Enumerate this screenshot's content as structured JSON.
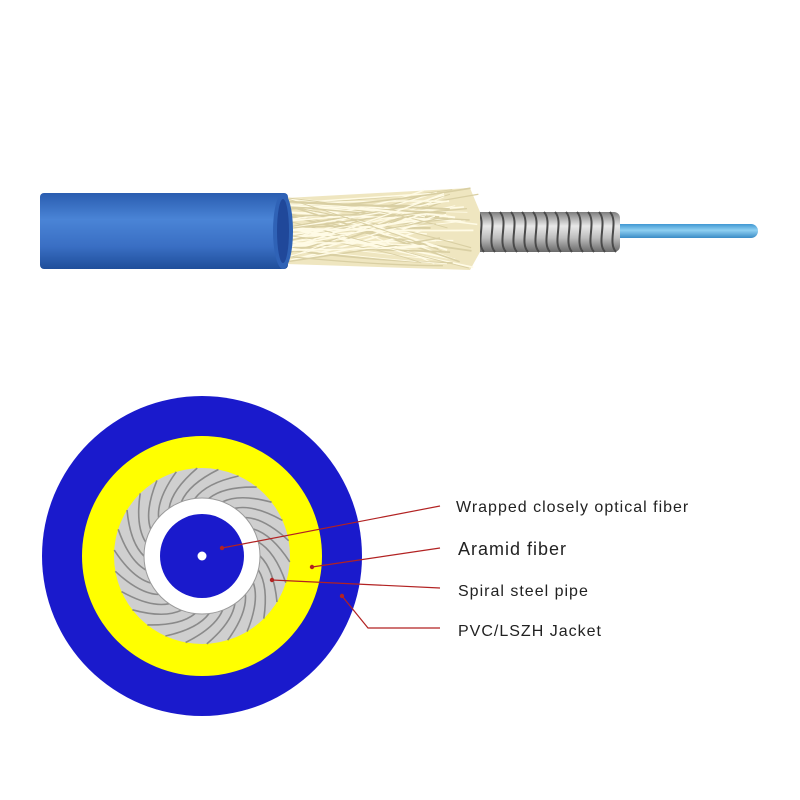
{
  "colors": {
    "jacket": "#1a1acc",
    "aramid_yarn": "#ffff00",
    "steel_pipe": "#cfcfcf",
    "fiber_core": "#1a1acc",
    "leader_lines": "#b22222",
    "cable_jacket_side": "#3a6fc4",
    "aramid_side": "#efe6c0",
    "steel_side": "#a9a9a9",
    "fiber_side": "#5aaee0"
  },
  "icons": {
    "side_view": "cable-side-view-icon",
    "cross_section": "cable-cross-section-icon"
  },
  "labels": [
    {
      "key": "fiber",
      "text": "Wrapped closely optical fiber"
    },
    {
      "key": "aramid",
      "text": "Aramid fiber"
    },
    {
      "key": "steel",
      "text": "Spiral steel pipe"
    },
    {
      "key": "jacket",
      "text": "PVC/LSZH Jacket"
    }
  ]
}
